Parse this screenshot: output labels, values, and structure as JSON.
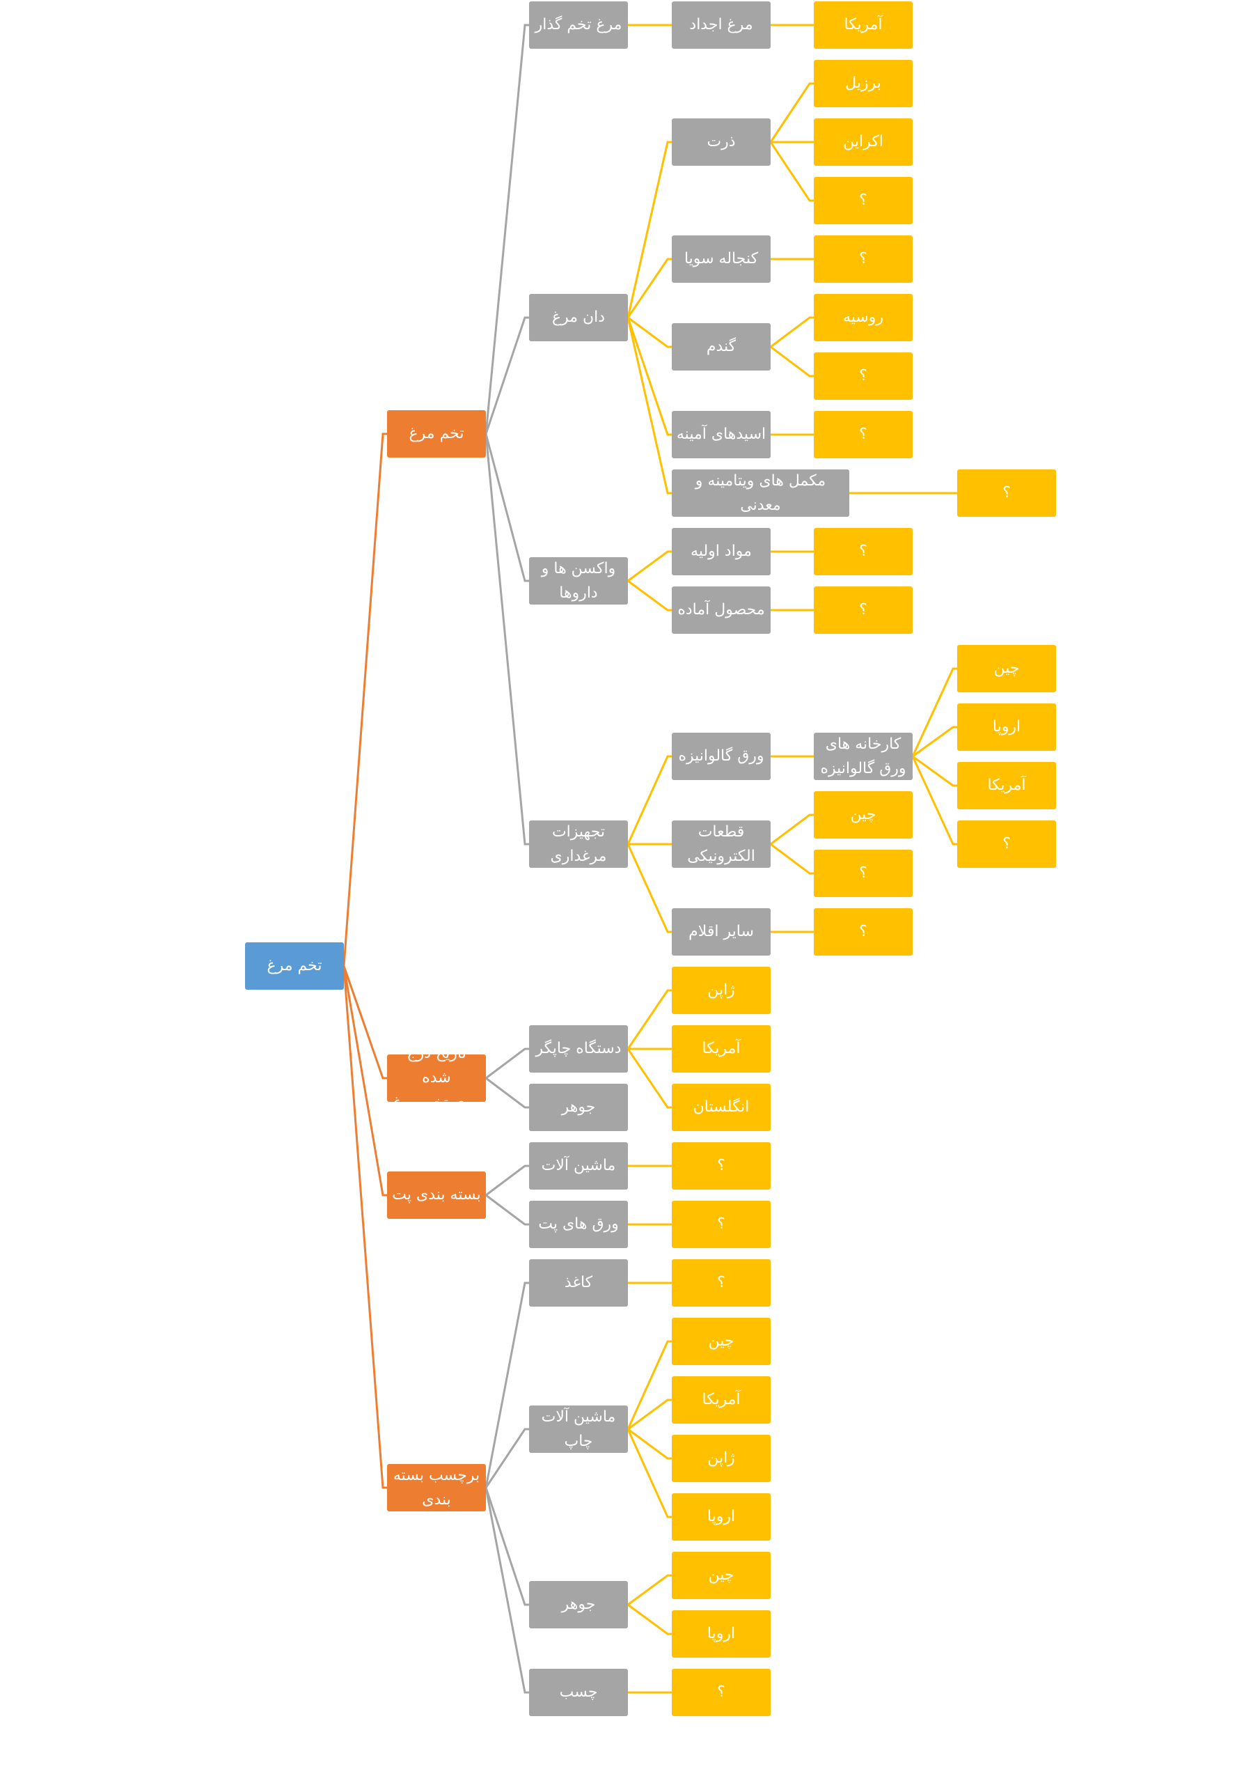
{
  "colors": {
    "root": "#5b9bd5",
    "orange": "#ed7d31",
    "grey": "#a5a5a5",
    "yellow": "#ffc000",
    "grey_line": "#a5a5a5"
  },
  "tree": {
    "root": "تخم مرغ",
    "categories": [
      {
        "label": "تخم مرغ",
        "items": [
          {
            "label": "مرغ تخم گذار",
            "children": [
              {
                "label": "مرغ اجداد",
                "children": [
                  {
                    "label": "آمریکا"
                  }
                ]
              }
            ]
          },
          {
            "label": "دان مرغ",
            "children": [
              {
                "label": "ذرت",
                "children": [
                  {
                    "label": "برزیل"
                  },
                  {
                    "label": "اکراین"
                  },
                  {
                    "label": "؟"
                  }
                ]
              },
              {
                "label": "کنجاله سویا",
                "children": [
                  {
                    "label": "؟"
                  }
                ]
              },
              {
                "label": "گندم",
                "children": [
                  {
                    "label": "روسیه"
                  },
                  {
                    "label": "؟"
                  }
                ]
              },
              {
                "label": "اسیدهای آمینه",
                "children": [
                  {
                    "label": "؟"
                  }
                ]
              },
              {
                "label": "مکمل های ویتامینه و معدنی",
                "children": [
                  {
                    "label": "؟"
                  }
                ]
              }
            ]
          },
          {
            "label": "واکسن ها و\nداروها",
            "children": [
              {
                "label": "مواد اولیه",
                "children": [
                  {
                    "label": "؟"
                  }
                ]
              },
              {
                "label": "محصول آماده",
                "children": [
                  {
                    "label": "؟"
                  }
                ]
              }
            ]
          },
          {
            "label": "تجهیزات\nمرغداری",
            "children": [
              {
                "label": "ورق گالوانیزه",
                "children": [
                  {
                    "label": "کارخانه های\nورق گالوانیزه",
                    "children": [
                      {
                        "label": "چین"
                      },
                      {
                        "label": "اروپا"
                      },
                      {
                        "label": "آمریکا"
                      },
                      {
                        "label": "؟"
                      }
                    ]
                  }
                ]
              },
              {
                "label": "قطعات\nالکترونیکی",
                "children": [
                  {
                    "label": "چین"
                  },
                  {
                    "label": "؟"
                  }
                ]
              },
              {
                "label": "سایر اقلام",
                "children": [
                  {
                    "label": "؟"
                  }
                ]
              }
            ]
          }
        ]
      },
      {
        "label": "تاریخ درج شده\nروی تخم مرغ",
        "items": [
          {
            "label": "دستگاه چاپگر",
            "children": [
              {
                "label": "ژاپن"
              },
              {
                "label": "آمریکا"
              },
              {
                "label": "انگلستان"
              }
            ]
          },
          {
            "label": "جوهر"
          }
        ]
      },
      {
        "label": "بسته بندی پت",
        "items": [
          {
            "label": "ماشین آلات",
            "children": [
              {
                "label": "؟"
              }
            ]
          },
          {
            "label": "ورق های پت",
            "children": [
              {
                "label": "؟"
              }
            ]
          }
        ]
      },
      {
        "label": "برچسب بسته\nبندی",
        "items": [
          {
            "label": "کاغذ",
            "children": [
              {
                "label": "؟"
              }
            ]
          },
          {
            "label": "ماشین آلات\nچاپ",
            "children": [
              {
                "label": "چین"
              },
              {
                "label": "آمریکا"
              },
              {
                "label": "ژاپن"
              },
              {
                "label": "اروپا"
              }
            ]
          },
          {
            "label": "جوهر",
            "children": [
              {
                "label": "چین"
              },
              {
                "label": "اروپا"
              }
            ]
          },
          {
            "label": "چسب",
            "children": [
              {
                "label": "؟"
              }
            ]
          }
        ]
      }
    ]
  }
}
